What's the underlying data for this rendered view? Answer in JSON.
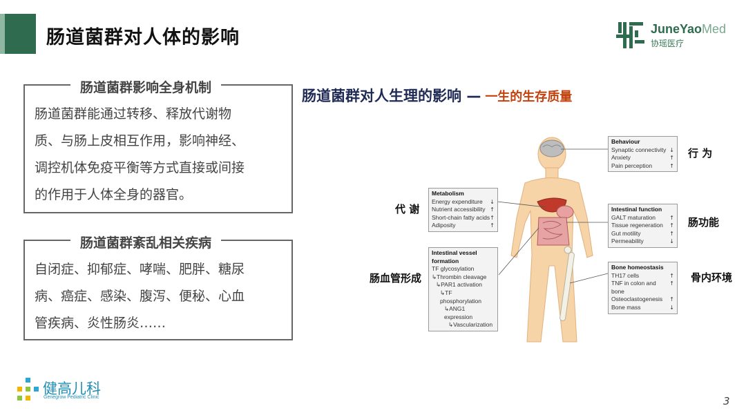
{
  "page": {
    "title": "肠道菌群对人体的影响",
    "page_number": "3"
  },
  "brand_top": {
    "name_bold": "JuneYao",
    "name_light": "Med",
    "name_cn": "协瑶医疗",
    "color": "#2f6b4f"
  },
  "left_boxes": [
    {
      "heading": "肠道菌群影响全身机制",
      "lines": [
        "肠道菌群能通过转移、释放代谢物",
        "质、与肠上皮相互作用，影响神经、",
        "调控机体免疫平衡等方式直接或间接",
        "的作用于人体全身的器官。"
      ]
    },
    {
      "heading": "肠道菌群紊乱相关疾病",
      "lines": [
        "自闭症、抑郁症、哮喘、肥胖、糖尿",
        "病、癌症、感染、腹泻、便秘、心血",
        "管疾病、炎性肠炎……"
      ]
    }
  ],
  "figure": {
    "title": "肠道菌群对人生理的影响",
    "dash": "—",
    "title_accent": "一生的生存质量",
    "accent_color": "#c2410c",
    "title_color": "#1f2a55",
    "panels": {
      "behaviour": {
        "label_cn": "行 为",
        "heading": "Behaviour",
        "rows": [
          {
            "text": "Synaptic connectivity",
            "arrow": "↓"
          },
          {
            "text": "Anxiety",
            "arrow": "↑"
          },
          {
            "text": "Pain perception",
            "arrow": "↑"
          }
        ]
      },
      "metabolism": {
        "label_cn": "代 谢",
        "heading": "Metabolism",
        "rows": [
          {
            "text": "Energy expenditure",
            "arrow": "↓"
          },
          {
            "text": "Nutrient accessibility",
            "arrow": "↑"
          },
          {
            "text": "Short-chain fatty acids",
            "arrow": "↑"
          },
          {
            "text": "Adiposity",
            "arrow": "↑"
          }
        ]
      },
      "intestinal": {
        "label_cn": "肠功能",
        "heading": "Intestinal function",
        "rows": [
          {
            "text": "GALT maturation",
            "arrow": "↑"
          },
          {
            "text": "Tissue regeneration",
            "arrow": "↑"
          },
          {
            "text": "Gut motility",
            "arrow": "↑"
          },
          {
            "text": "Permeability",
            "arrow": "↓"
          }
        ]
      },
      "vessel": {
        "label_cn": "肠血管形成",
        "heading_1": "Intestinal vessel",
        "heading_2": "formation",
        "rows": [
          {
            "text": "TF glycosylation"
          },
          {
            "text": "↳Thrombin cleavage"
          },
          {
            "text": "↳PAR1 activation"
          },
          {
            "text": "↳TF phosphorylation"
          },
          {
            "text": "↳ANG1 expression"
          },
          {
            "text": "↳Vascularization"
          }
        ]
      },
      "bone": {
        "label_cn": "骨内环境",
        "heading": "Bone homeostasis",
        "rows": [
          {
            "text": "TH17 cells",
            "arrow": "↑"
          },
          {
            "text": "TNF in colon and bone",
            "arrow": "↑"
          },
          {
            "text": "Osteoclastogenesis",
            "arrow": "↑"
          },
          {
            "text": "Bone mass",
            "arrow": "↓"
          }
        ]
      }
    }
  },
  "brand_bottom": {
    "name": "健高儿科",
    "sub": "Genegrow Pediatric Clinic",
    "color": "#1f8fb8"
  }
}
